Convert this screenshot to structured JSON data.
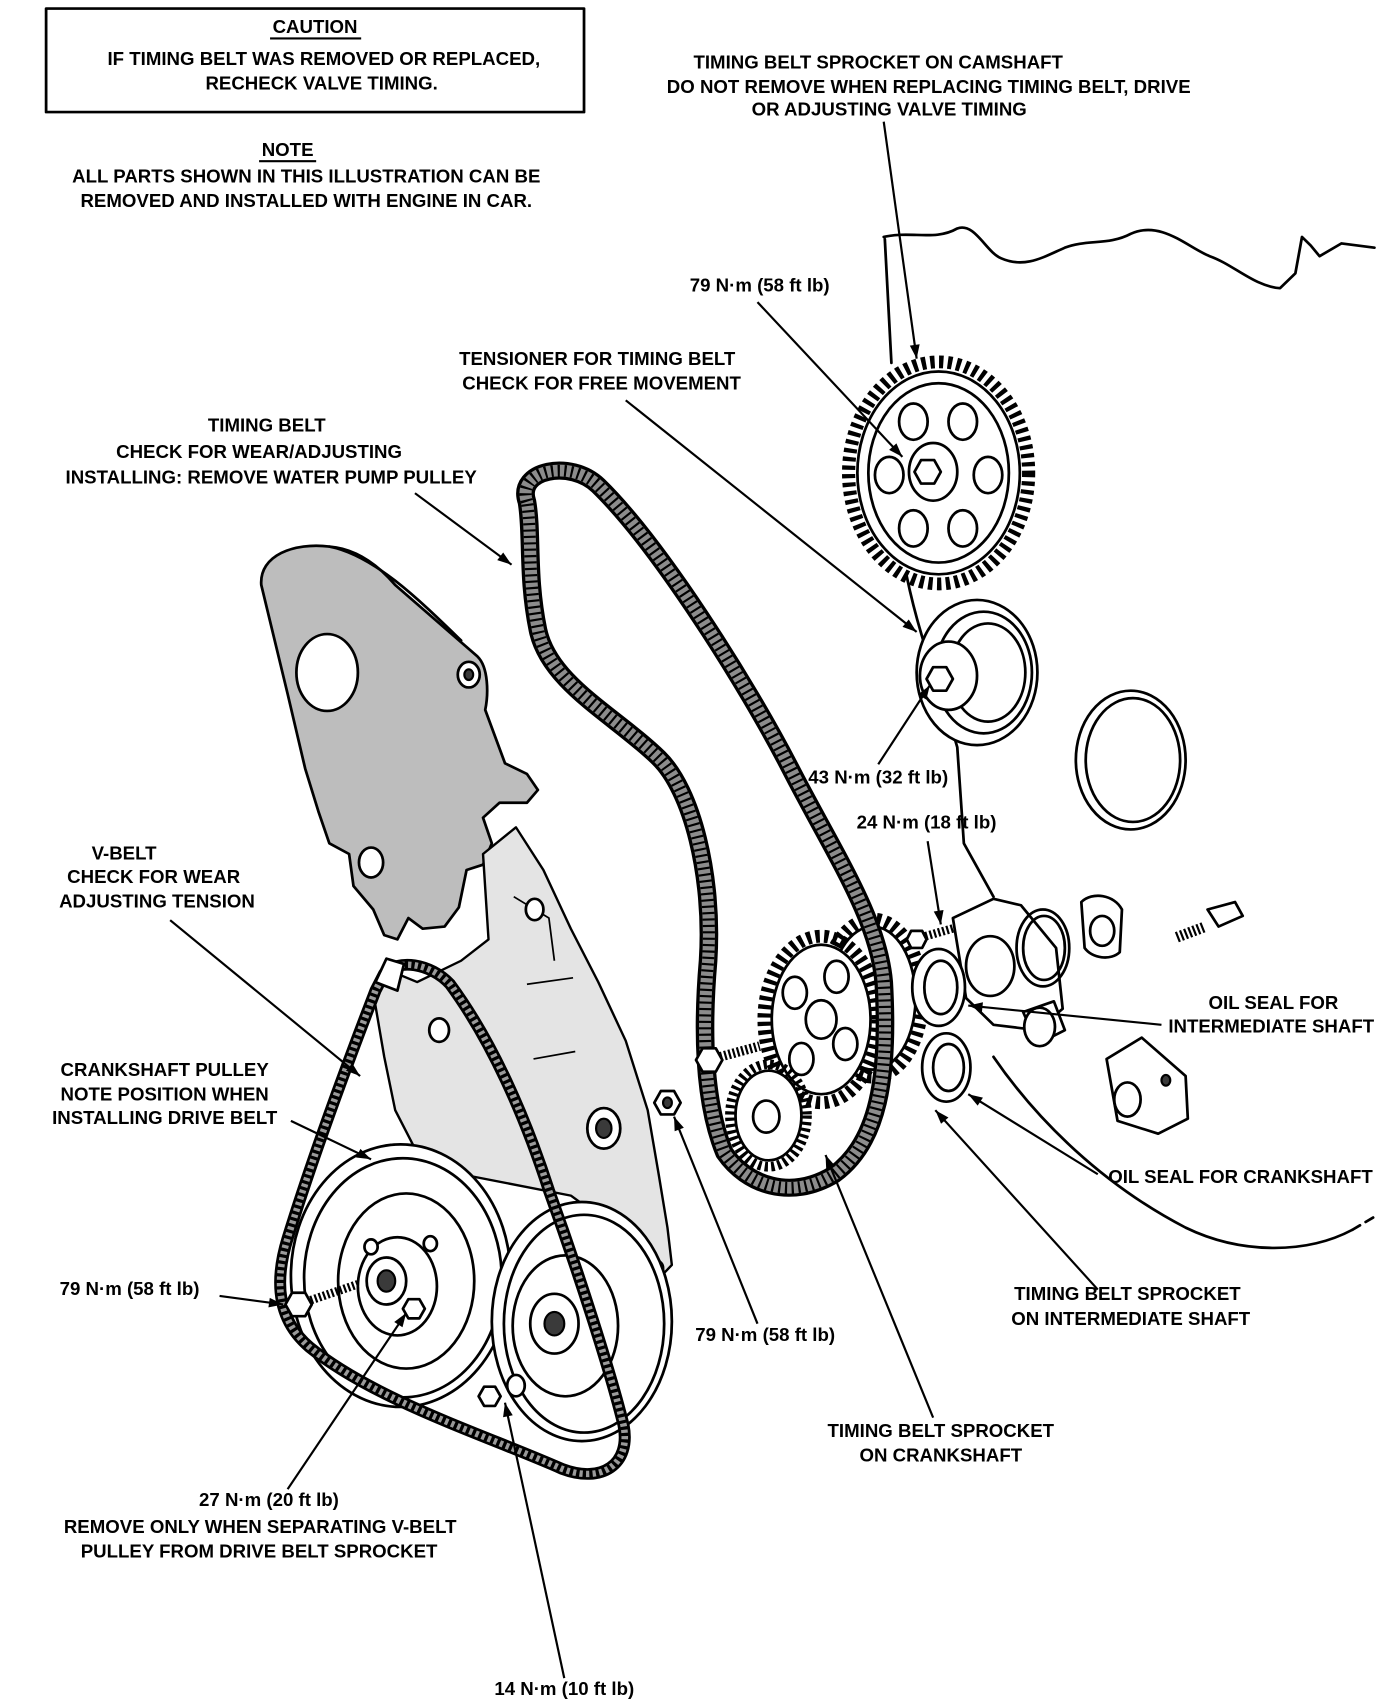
{
  "caution": {
    "title": "CAUTION",
    "lines": [
      "IF TIMING BELT WAS REMOVED OR REPLACED,",
      "RECHECK VALVE TIMING."
    ]
  },
  "note": {
    "title": "NOTE",
    "lines": [
      "ALL PARTS SHOWN IN THIS ILLUSTRATION CAN BE",
      "REMOVED AND INSTALLED WITH ENGINE IN CAR."
    ]
  },
  "callouts": {
    "camshaft_sprocket": [
      "TIMING BELT SPROCKET ON CAMSHAFT",
      "DO NOT REMOVE WHEN REPLACING TIMING BELT, DRIVE",
      "OR ADJUSTING VALVE TIMING"
    ],
    "camshaft_bolt_torque": [
      "79 N·m (58 ft lb)"
    ],
    "tensioner": [
      "TENSIONER FOR TIMING BELT",
      "CHECK FOR FREE MOVEMENT"
    ],
    "timing_belt": [
      "TIMING BELT",
      "CHECK FOR WEAR/ADJUSTING",
      "INSTALLING: REMOVE WATER PUMP PULLEY"
    ],
    "tensioner_bolt_torque": [
      "43 N·m (32 ft lb)"
    ],
    "flange_bolt_torque": [
      "24 N·m (18 ft lb)"
    ],
    "v_belt": [
      "V-BELT",
      "CHECK FOR WEAR",
      "ADJUSTING TENSION"
    ],
    "crankshaft_pulley": [
      "CRANKSHAFT PULLEY",
      "NOTE POSITION WHEN",
      "INSTALLING DRIVE BELT"
    ],
    "oil_seal_intermediate": [
      "OIL SEAL FOR",
      "INTERMEDIATE SHAFT"
    ],
    "oil_seal_crankshaft": [
      "OIL SEAL FOR CRANKSHAFT"
    ],
    "crank_bolt_torque": [
      "79 N·m (58 ft lb)"
    ],
    "intermediate_bolt_torque": [
      "79 N·m (58 ft lb)"
    ],
    "intermediate_sprocket": [
      "TIMING BELT SPROCKET",
      "ON INTERMEDIATE SHAFT"
    ],
    "crankshaft_sprocket": [
      "TIMING BELT SPROCKET",
      "ON CRANKSHAFT"
    ],
    "pulley_bolt_torque": [
      "27 N·m (20 ft lb)",
      "REMOVE ONLY WHEN SEPARATING V-BELT",
      "PULLEY FROM DRIVE BELT SPROCKET"
    ],
    "pulley_plate_bolt_torque": [
      "14 N·m (10 ft lb)"
    ]
  }
}
